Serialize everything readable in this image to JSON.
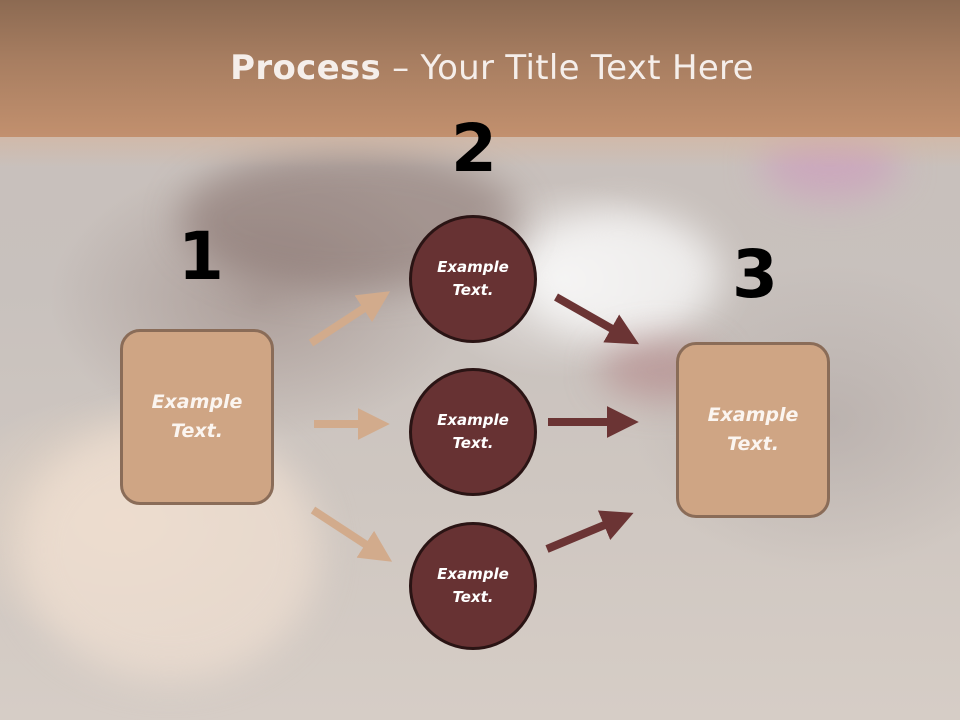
{
  "slide": {
    "title_bold": "Process",
    "title_rest": " – Your Title Text Here"
  },
  "steps": {
    "1": "1",
    "2": "2",
    "3": "3"
  },
  "nodes": {
    "left_box": {
      "line1": "Example",
      "line2": "Text."
    },
    "circle_top": {
      "line1": "Example",
      "line2": "Text."
    },
    "circle_middle": {
      "line1": "Example",
      "line2": "Text."
    },
    "circle_bottom": {
      "line1": "Example",
      "line2": "Text."
    },
    "right_box": {
      "line1": "Example",
      "line2": "Text."
    }
  },
  "colors": {
    "title_band": "#b0876a",
    "box_fill": "#cfa584",
    "box_border": "#8a6c58",
    "circle_fill": "#673233",
    "arrow_light": "#d2ab8c",
    "arrow_dark": "#6b3434"
  }
}
